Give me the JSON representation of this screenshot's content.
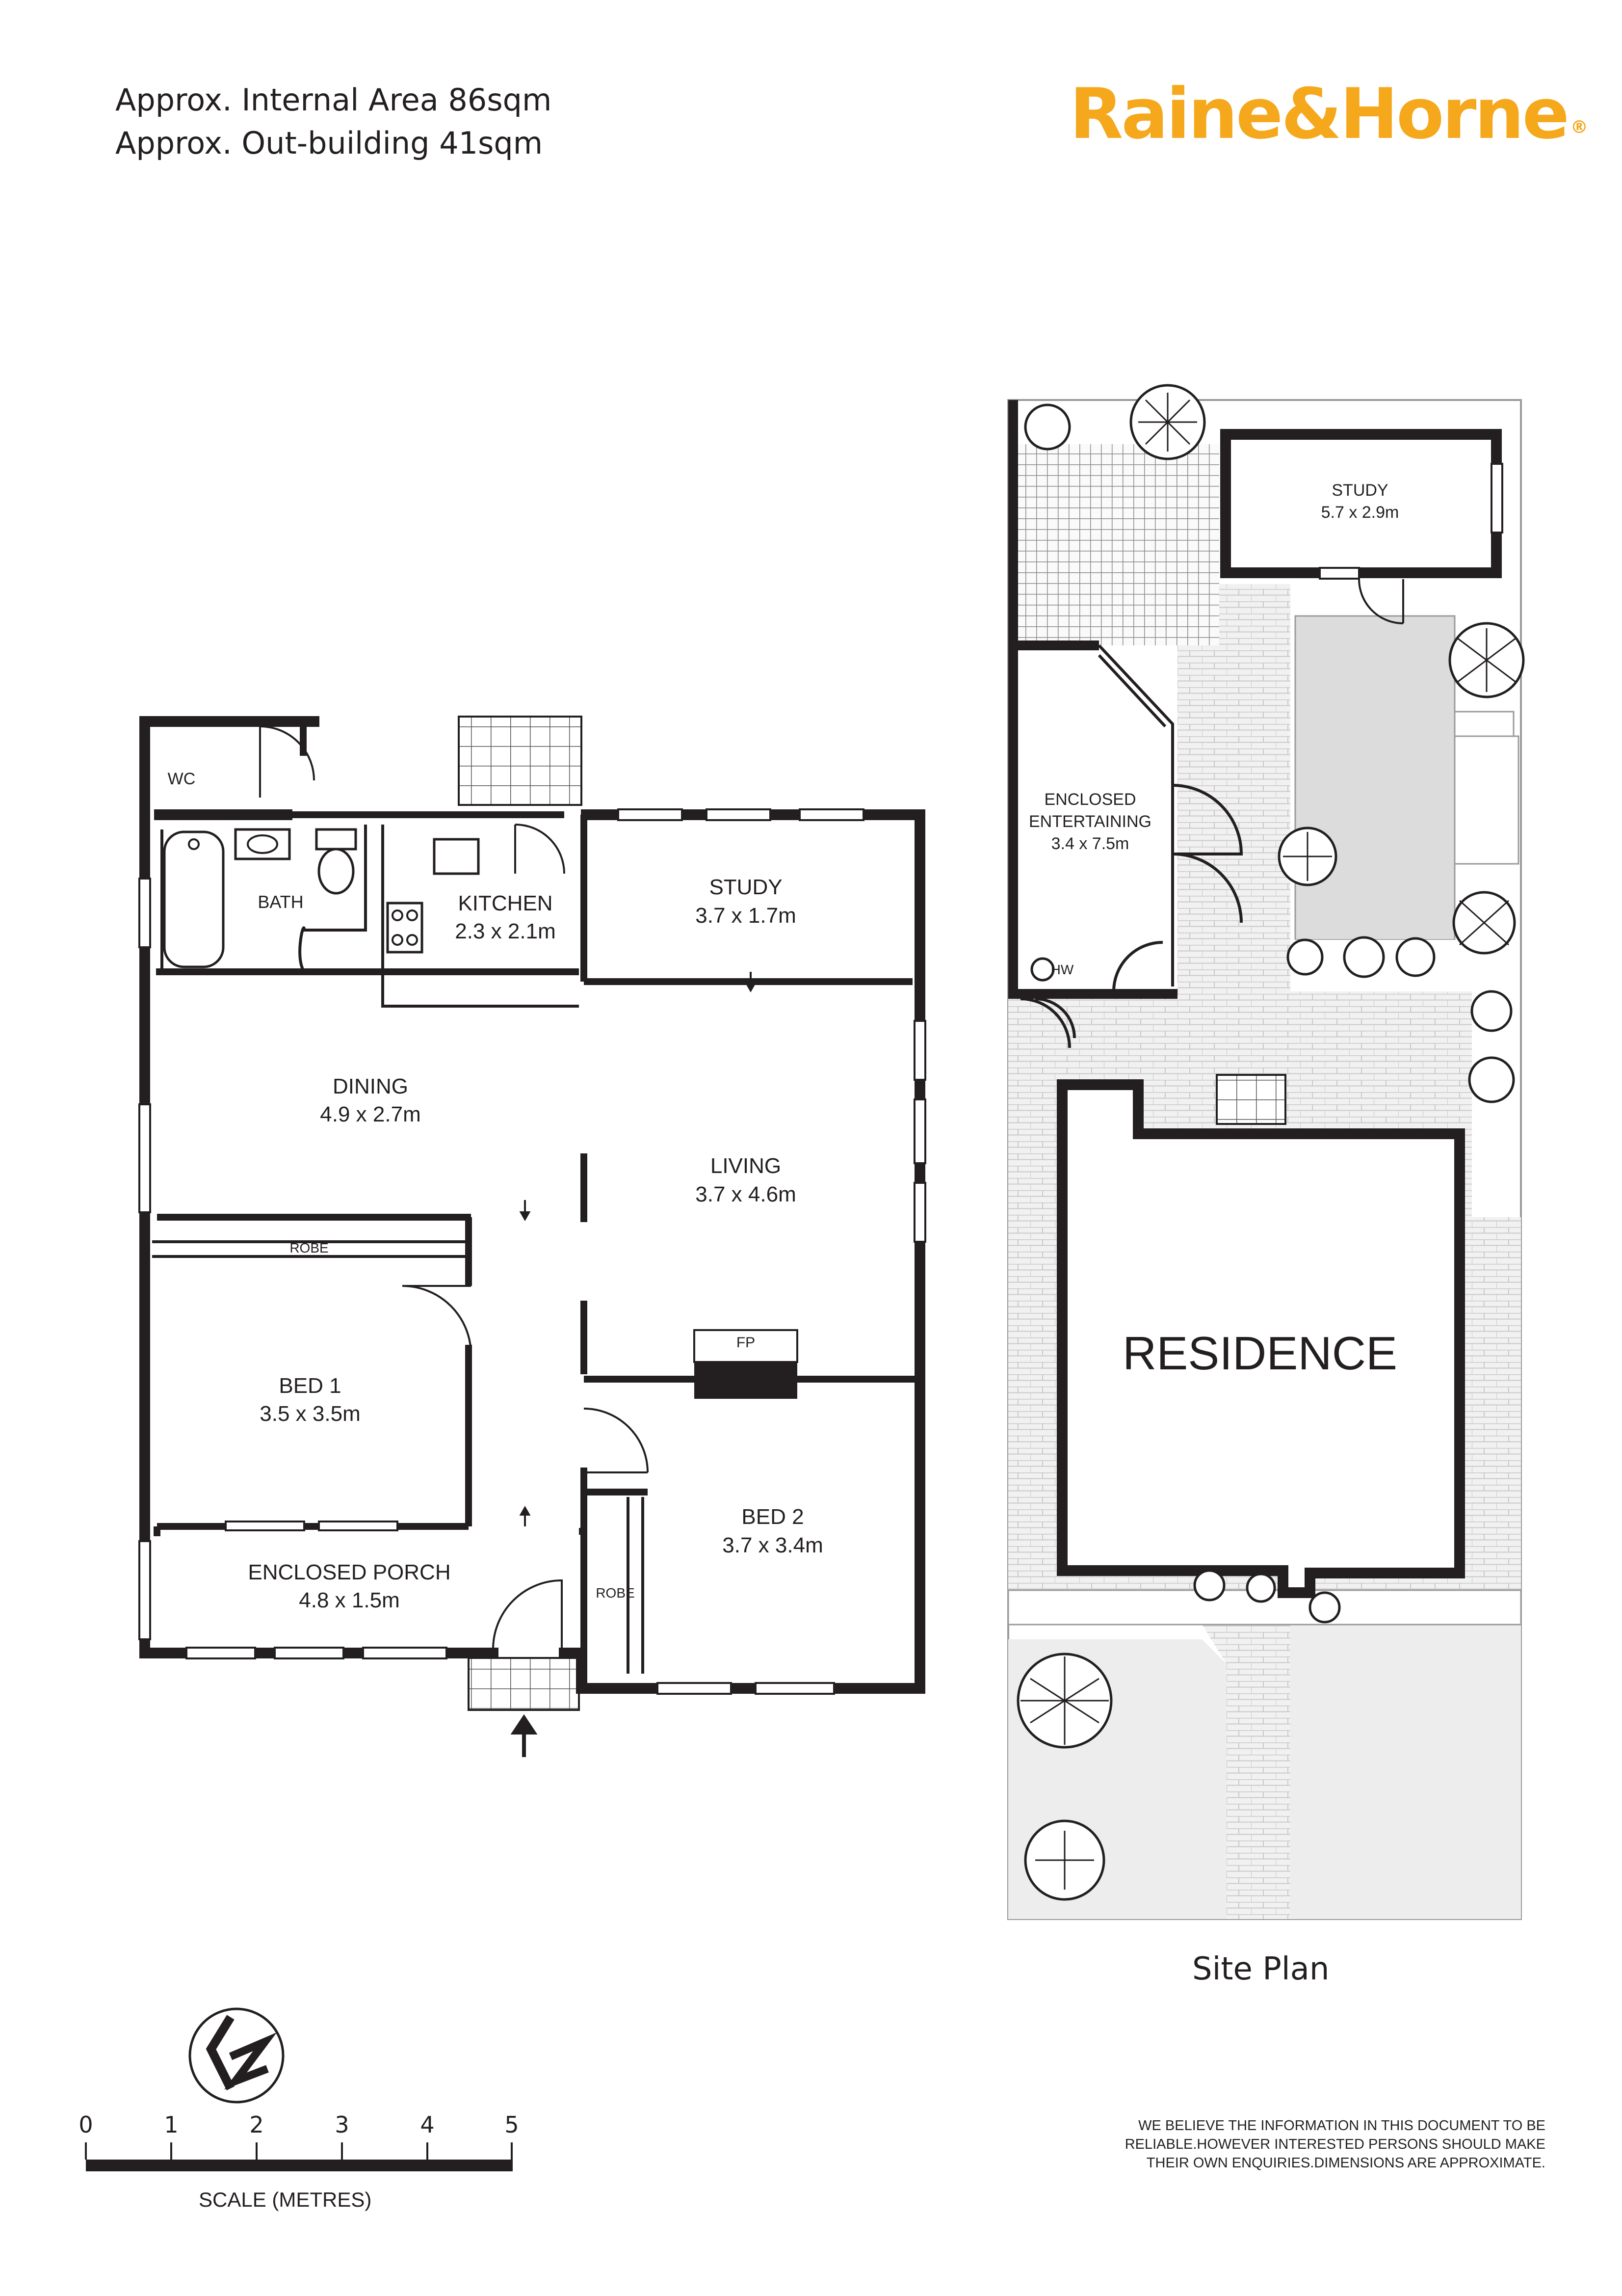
{
  "header": {
    "internal_area": "Approx. Internal Area  86sqm",
    "outbuilding_area": "Approx. Out-building  41sqm"
  },
  "brand": {
    "name": "Raine&Horne",
    "reg_mark": "®",
    "color": "#f5a81c"
  },
  "floor_plan": {
    "rooms": {
      "wc": {
        "name": "WC"
      },
      "bath": {
        "name": "BATH"
      },
      "kitchen": {
        "name": "KITCHEN",
        "dims": "2.3 x 2.1m"
      },
      "study": {
        "name": "STUDY",
        "dims": "3.7 x 1.7m"
      },
      "dining": {
        "name": "DINING",
        "dims": "4.9 x 2.7m"
      },
      "living": {
        "name": "LIVING",
        "dims": "3.7 x 4.6m"
      },
      "robe1": {
        "name": "ROBE"
      },
      "bed1": {
        "name": "BED 1",
        "dims": "3.5 x 3.5m"
      },
      "fireplace": {
        "name": "FP"
      },
      "bed2": {
        "name": "BED 2",
        "dims": "3.7 x 3.4m"
      },
      "robe2": {
        "name": "ROBE"
      },
      "porch": {
        "name": "ENCLOSED PORCH",
        "dims": "4.8 x 1.5m"
      }
    }
  },
  "site_plan": {
    "title": "Site Plan",
    "study": {
      "name": "STUDY",
      "dims": "5.7 x 2.9m"
    },
    "entertaining": {
      "name_line1": "ENCLOSED",
      "name_line2": "ENTERTAINING",
      "dims": "3.4 x 7.5m"
    },
    "hot_water": "HW",
    "residence": "RESIDENCE"
  },
  "scale_bar": {
    "ticks": [
      "0",
      "1",
      "2",
      "3",
      "4",
      "5"
    ],
    "label": "SCALE (METRES)"
  },
  "disclaimer": [
    "WE BELIEVE THE INFORMATION IN THIS DOCUMENT TO BE",
    "RELIABLE.HOWEVER INTERESTED PERSONS SHOULD MAKE",
    "THEIR OWN ENQUIRIES.DIMENSIONS ARE APPROXIMATE."
  ],
  "colors": {
    "wall": "#231f20",
    "paving": "#f1f1f1",
    "lawn": "#ededed",
    "pool": "#dcdcdc"
  },
  "icons": [
    "north-arrow-icon",
    "entry-arrow-icon",
    "tree-icon",
    "shrub-icon"
  ]
}
